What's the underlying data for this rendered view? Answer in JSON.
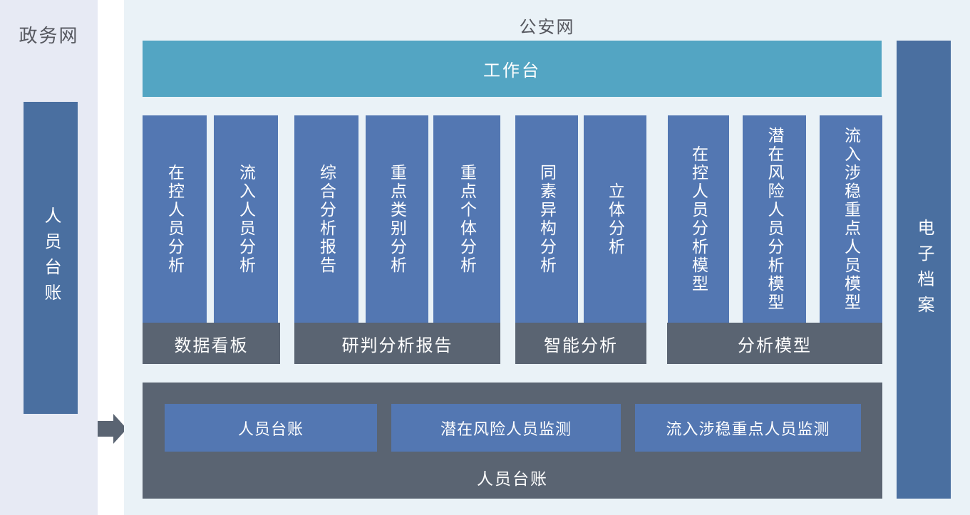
{
  "palette": {
    "left_panel_bg": "#E7EAF4",
    "main_panel_bg": "#EAF2F7",
    "column_blue": "#5377B2",
    "side_bar_blue": "#4A6FA0",
    "workbench_teal": "#53A5C3",
    "dark_gray": "#5A6472",
    "heading_text": "#56585F",
    "white_text": "#FFFFFF"
  },
  "left_panel": {
    "title": "政务网",
    "bar_label": "人员台账"
  },
  "main_panel": {
    "title": "公安网",
    "workbench": "工作台",
    "groups": [
      {
        "label": "数据看板",
        "columns": [
          "在控人员分析",
          "流入人员分析"
        ]
      },
      {
        "label": "研判分析报告",
        "columns": [
          "综合分析报告",
          "重点类别分析",
          "重点个体分析"
        ]
      },
      {
        "label": "智能分析",
        "columns": [
          "同素异构分析",
          "立体分析"
        ]
      },
      {
        "label": "分析模型",
        "columns": [
          "在控人员分析模型",
          "潜在风险人员分析模型",
          "流入涉稳重点人员模型"
        ]
      }
    ],
    "bottom": {
      "buttons": [
        "人员台账",
        "潜在风险人员监测",
        "流入涉稳重点人员监测"
      ],
      "label": "人员台账"
    }
  },
  "right_bar": {
    "label": "电子档案"
  }
}
